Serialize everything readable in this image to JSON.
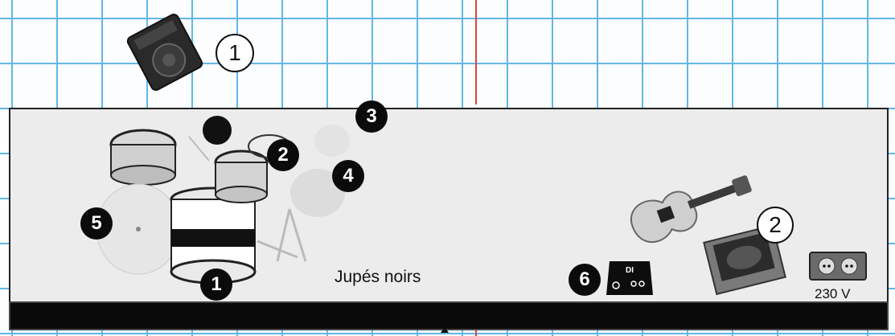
{
  "labels": {
    "skirts": "Jupés noirs",
    "power": "230 V"
  },
  "markers": [
    {
      "id": "m1a",
      "text": "1",
      "style": "white"
    },
    {
      "id": "m2a",
      "text": "2",
      "style": "white"
    },
    {
      "id": "m3",
      "text": "3",
      "style": "black"
    },
    {
      "id": "m2b",
      "text": "2",
      "style": "black"
    },
    {
      "id": "m4",
      "text": "4",
      "style": "black"
    },
    {
      "id": "m5",
      "text": "5",
      "style": "black"
    },
    {
      "id": "m1b",
      "text": "1",
      "style": "black"
    },
    {
      "id": "m6",
      "text": "6",
      "style": "black"
    }
  ],
  "di_box": {
    "label": "DI"
  },
  "colors": {
    "grid": "#62b7e6",
    "stage": "#ececec",
    "front": "#0a0a0a",
    "marker": "#0b0b0b"
  }
}
